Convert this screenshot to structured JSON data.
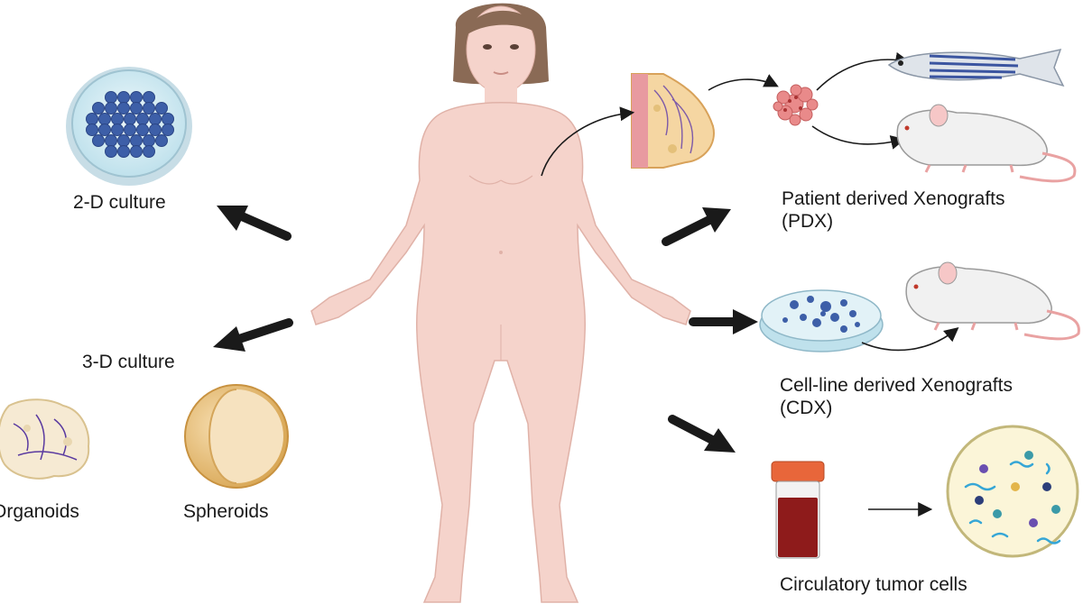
{
  "labels": {
    "culture_2d": "2-D culture",
    "culture_3d": "3-D culture",
    "organoids": "Organoids",
    "spheroids": "Spheroids",
    "pdx_line1": "Patient derived Xenografts",
    "pdx_line2": "(PDX)",
    "cdx_line1": "Cell-line derived Xenografts",
    "cdx_line2": "(CDX)",
    "ctc": "Circulatory tumor cells"
  },
  "colors": {
    "skin": "#f5d3cb",
    "skin_outline": "#e0b2a8",
    "hair": "#8a6a55",
    "dish": "#d6eef5",
    "cell_blue": "#3d5fa8",
    "tumor": "#e07a7a",
    "mouse": "#f1f1f1",
    "blood": "#8e1b1b",
    "tube_cap": "#e8663a",
    "arrow": "#1a1a1a"
  },
  "icons": [
    "petri-dish-icon",
    "organoid-icon",
    "spheroid-icon",
    "breast-tissue-icon",
    "tumor-icon",
    "zebrafish-icon",
    "mouse-icon",
    "blood-tube-icon",
    "cell-dish-icon"
  ]
}
